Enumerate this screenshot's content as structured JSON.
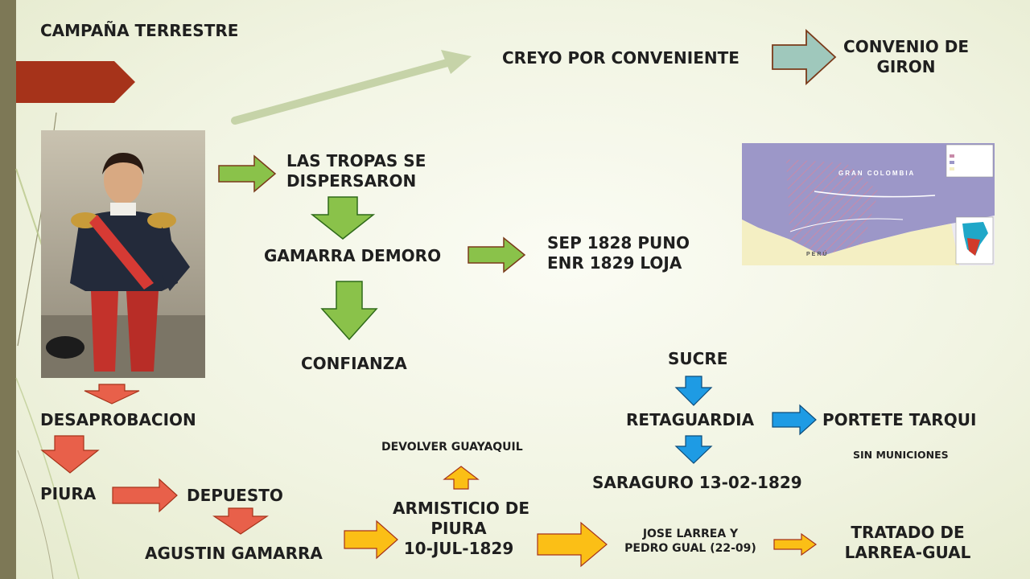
{
  "labels": {
    "campana": "CAMPAÑA TERRESTRE",
    "creyo": "CREYO POR CONVENIENTE",
    "convenio_l1": "CONVENIO DE",
    "convenio_l2": "GIRON",
    "tropas_l1": "LAS TROPAS SE",
    "tropas_l2": "DISPERSARON",
    "gamarra_demoro": "GAMARRA DEMORO",
    "sep": "SEP 1828 PUNO",
    "enr": "ENR 1829 LOJA",
    "confianza": "CONFIANZA",
    "sucre": "SUCRE",
    "desaprobacion": "DESAPROBACION",
    "retaguardia": "RETAGUARDIA",
    "portete": "PORTETE TARQUI",
    "devolver": "DEVOLVER GUAYAQUIL",
    "sin_municiones": "SIN MUNICIONES",
    "piura": "PIURA",
    "depuesto": "DEPUESTO",
    "saraguro": "SARAGURO 13-02-1829",
    "armisticio_l1": "ARMISTICIO DE",
    "armisticio_l2": "PIURA",
    "armisticio_l3": "10-JUL-1829",
    "jose_l1": "JOSE LARREA Y",
    "jose_l2": "PEDRO GUAL (22-09)",
    "tratado_l1": "TRATADO DE",
    "tratado_l2": "LARREA-GUAL",
    "agustin": "AGUSTIN GAMARRA"
  },
  "map": {
    "region_label": "GRAN COLOMBIA",
    "peru_label": "PERÚ"
  },
  "colors": {
    "green_arrow": "#8ac24a",
    "red_arrow": "#e8604a",
    "blue_arrow": "#1e9be4",
    "yellow_arrow": "#fbbf16",
    "teal_arrow": "#9fc8bc",
    "arrow_stroke": "#7a3a1a",
    "sidebar": "#7d7856",
    "tab": "#a6331a"
  }
}
